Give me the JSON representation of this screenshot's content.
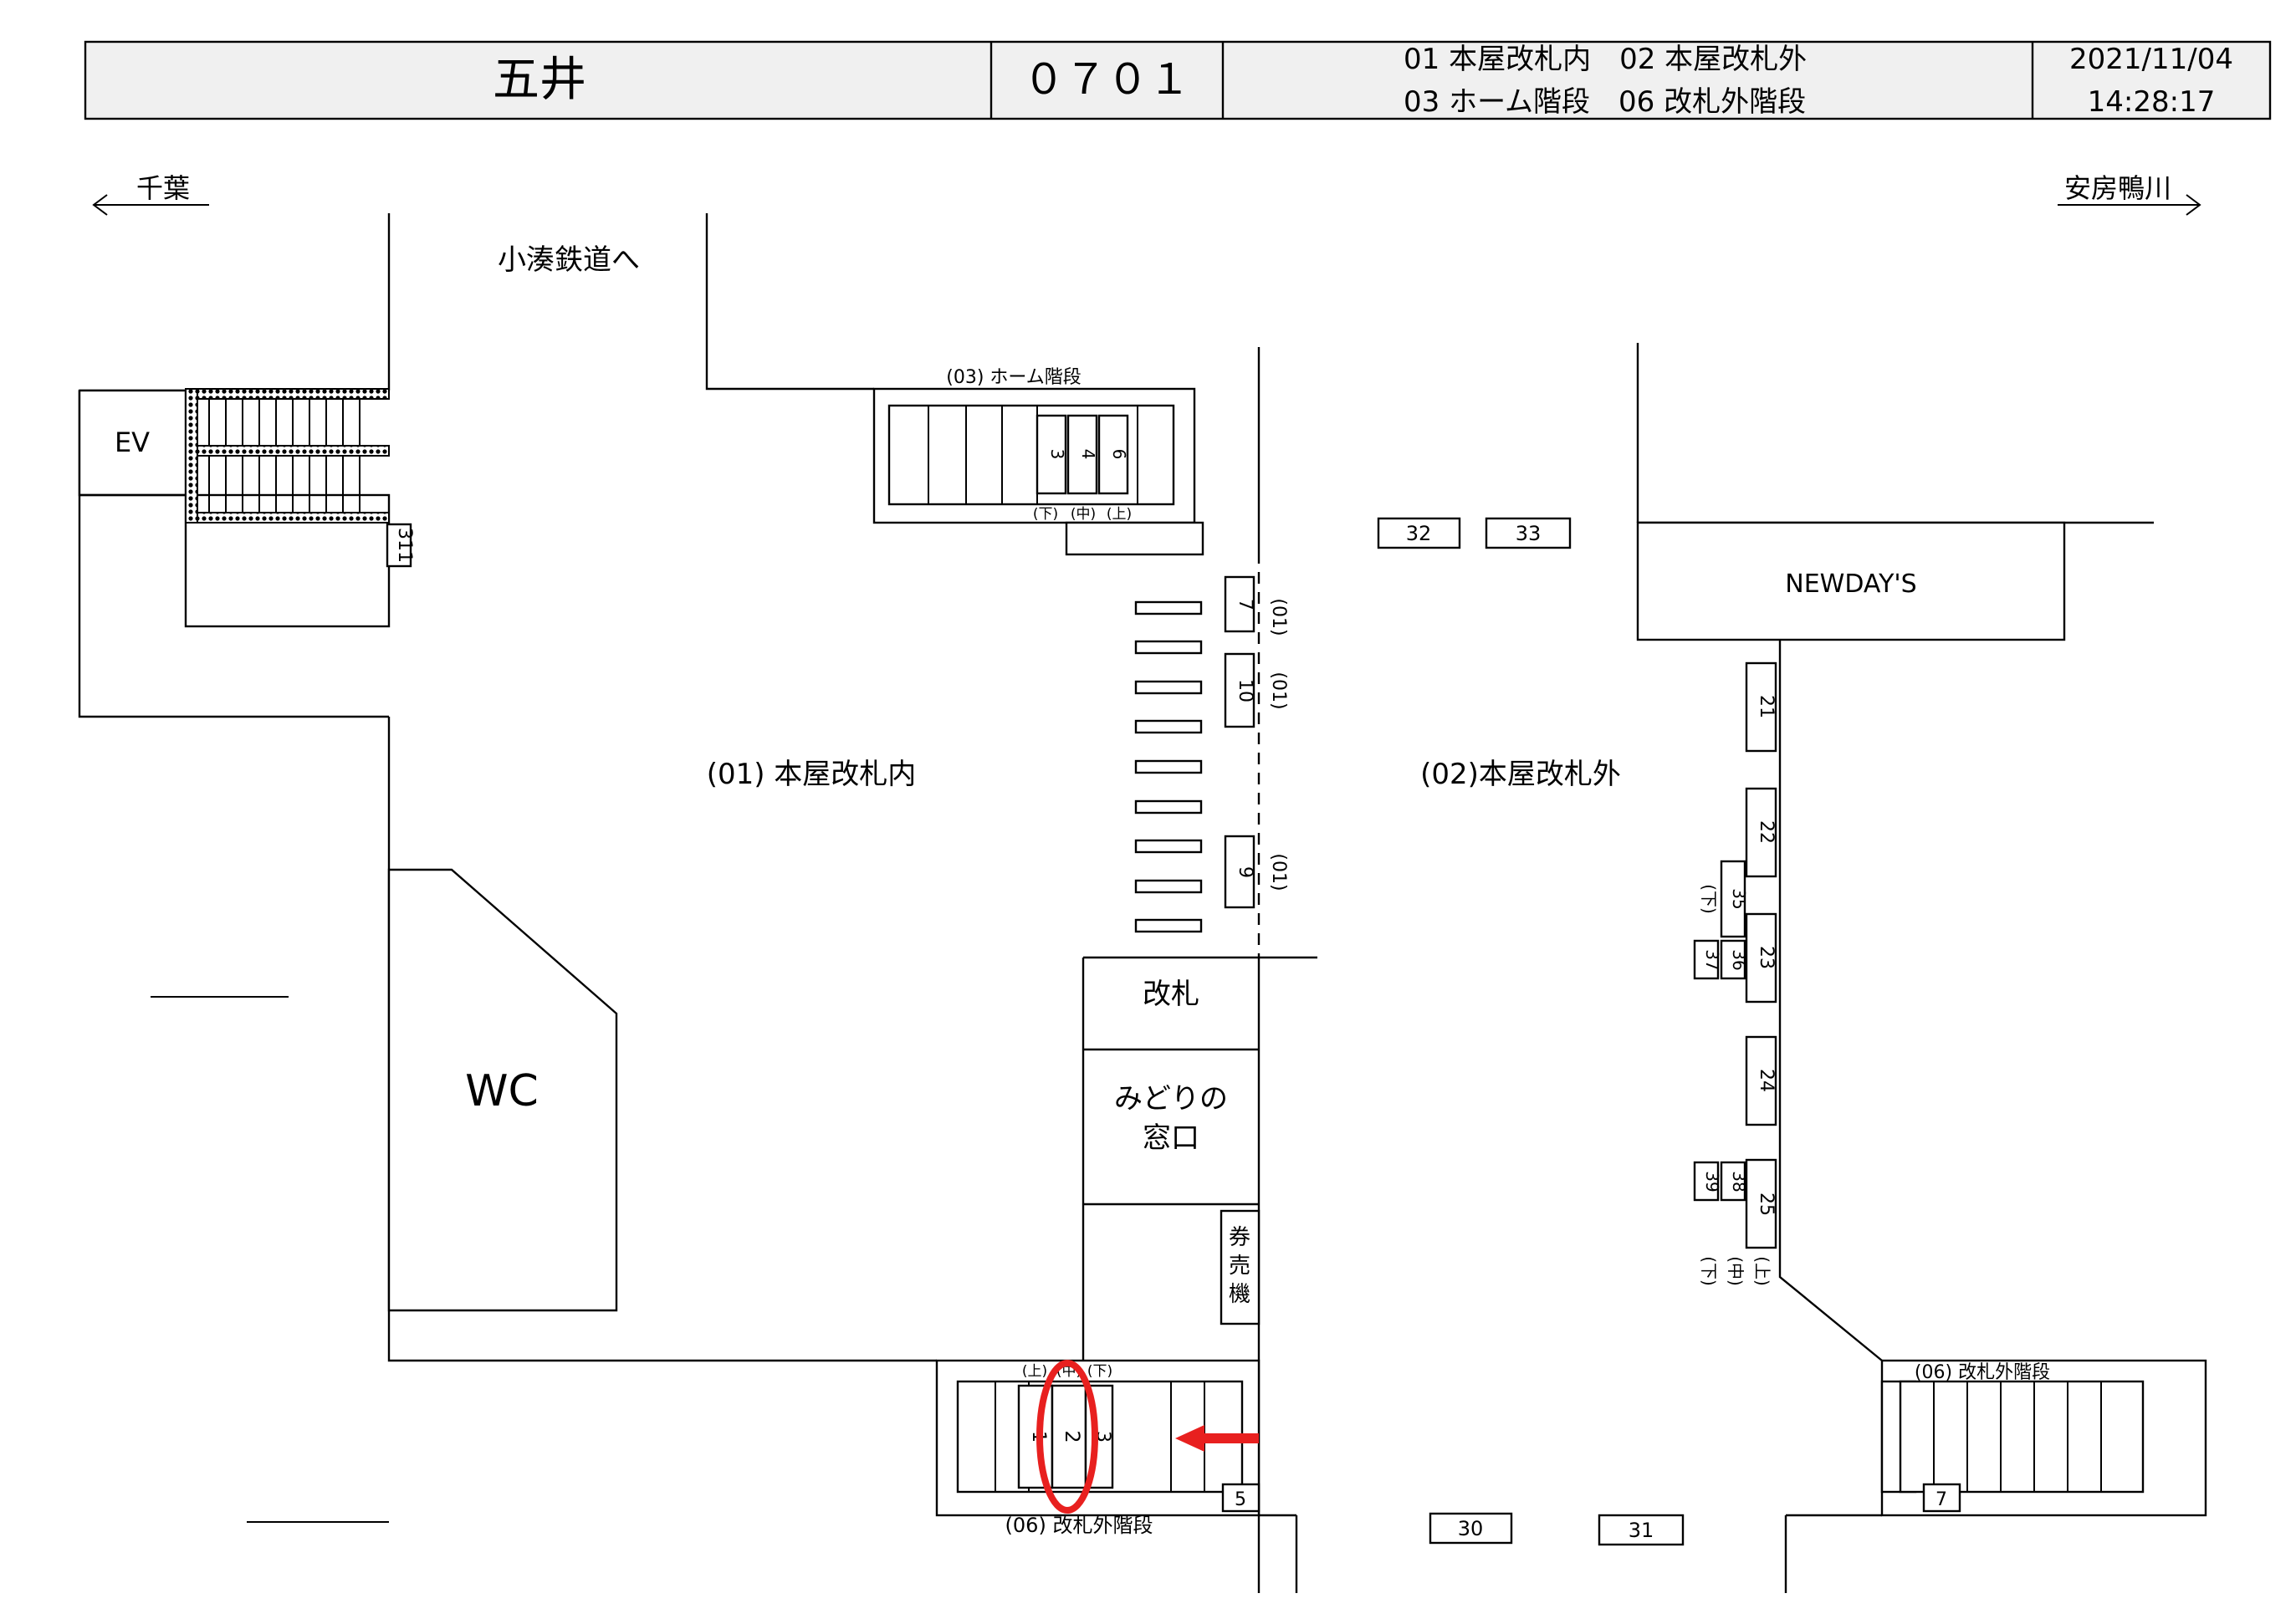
{
  "header": {
    "station_name": "五井",
    "station_code": "０７０１",
    "legend_line1": "01 本屋改札内　02 本屋改札外",
    "legend_line2": "03 ホーム階段　06 改札外階段",
    "date": "2021/11/04",
    "time": "14:28:17"
  },
  "directions": {
    "left": "千葉",
    "right": "安房鴨川"
  },
  "areas": {
    "kominato": "小湊鉄道へ",
    "ev": "EV",
    "inside_gate": "(01) 本屋改札内",
    "outside_gate": "(02)本屋改札外",
    "wc": "WC",
    "gate": "改札",
    "midori_1": "みどりの",
    "midori_2": "窓口",
    "ticket_1": "券",
    "ticket_2": "売",
    "ticket_3": "機",
    "shop": "NEWDAY'S",
    "home_stairs": "(03) ホーム階段",
    "outer_stairs_left": "(06) 改札外階段",
    "outer_stairs_right": "(06) 改札外階段"
  },
  "marks": {
    "lower": "(下)",
    "middle": "(中)",
    "upper": "(上)",
    "zone01": "(01)"
  },
  "boards": {
    "b1": "1",
    "b2": "2",
    "b3": "3",
    "b3h": "3",
    "b4": "4",
    "b5": "5",
    "b6": "6",
    "b7": "7",
    "b7r": "7",
    "b9": "9",
    "b10": "10",
    "b21": "21",
    "b22": "22",
    "b23": "23",
    "b24": "24",
    "b25": "25",
    "b30": "30",
    "b31": "31",
    "b32": "32",
    "b33": "33",
    "b35": "35",
    "b36": "36",
    "b37": "37",
    "b38": "38",
    "b39": "39",
    "b311": "311"
  },
  "highlight": {
    "color": "#e8201f"
  }
}
